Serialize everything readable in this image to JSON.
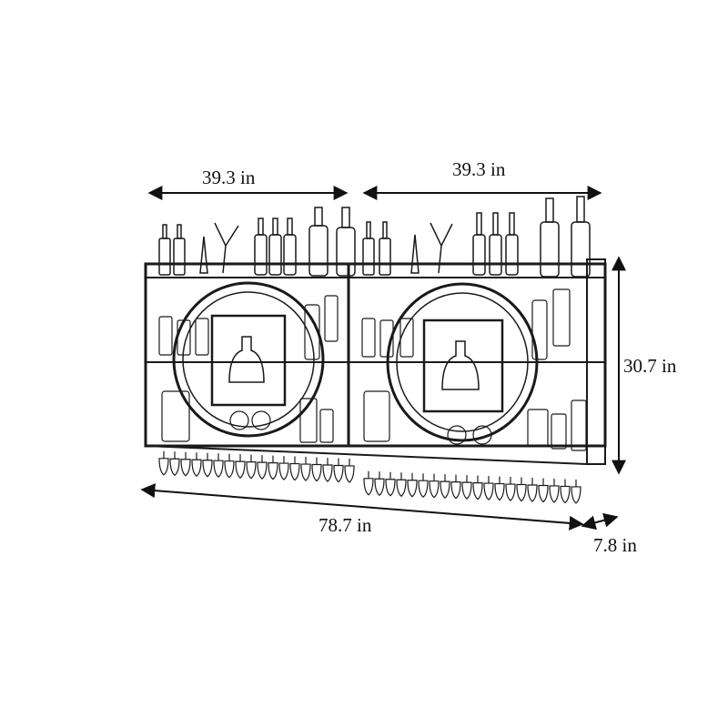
{
  "dimensions": {
    "width_left": "39.3 in",
    "width_right": "39.3 in",
    "total_width": "78.7 in",
    "height": "30.7 in",
    "depth": "7.8 in"
  },
  "colors": {
    "line": "#1a1a1a",
    "frame": "#222222",
    "background": "#ffffff"
  }
}
